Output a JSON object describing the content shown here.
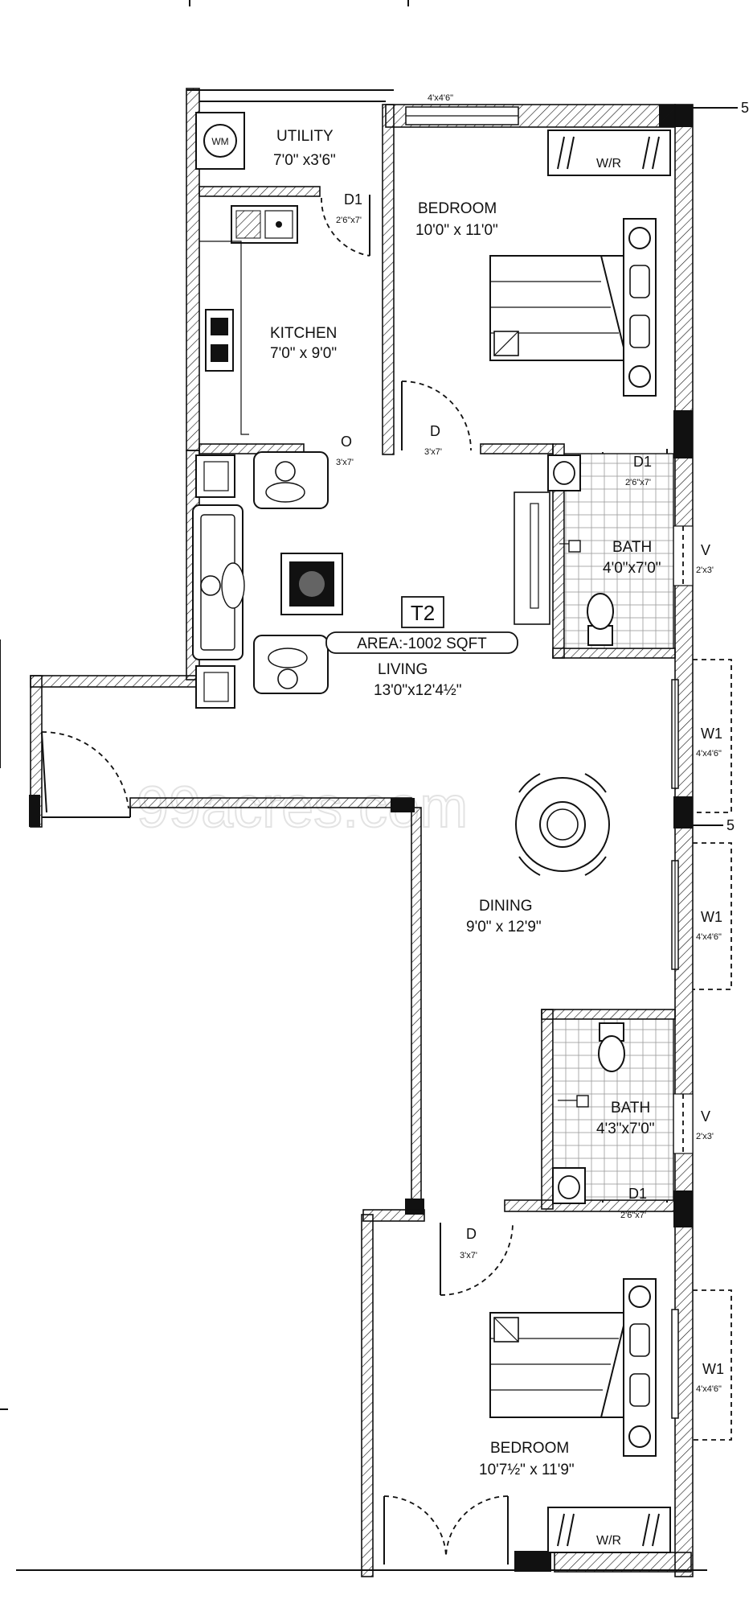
{
  "plan": {
    "unit_tag": "T2",
    "area": "AREA:-1002 SQFT",
    "watermark": "99acres.com",
    "edge_markers": [
      "5",
      "5"
    ],
    "rooms": [
      {
        "id": "utility",
        "name": "UTILITY",
        "dims": "7'0\" x3'6\""
      },
      {
        "id": "bedroom1",
        "name": "BEDROOM",
        "dims": "10'0\" x 11'0\""
      },
      {
        "id": "kitchen",
        "name": "KITCHEN",
        "dims": "7'0\" x 9'0\""
      },
      {
        "id": "bath1",
        "name": "BATH",
        "dims": "4'0\"x7'0\""
      },
      {
        "id": "living",
        "name": "LIVING",
        "dims": "13'0\"x12'4½\""
      },
      {
        "id": "dining",
        "name": "DINING",
        "dims": "9'0\" x 12'9\""
      },
      {
        "id": "bath2",
        "name": "BATH",
        "dims": "4'3\"x7'0\""
      },
      {
        "id": "bedroom2",
        "name": "BEDROOM",
        "dims": "10'7½\" x 11'9\""
      }
    ],
    "openings": {
      "top_window": "4'x4'6\"",
      "d1_utility": {
        "tag": "D1",
        "size": "2'6\"x7'"
      },
      "d_bedroom1": {
        "tag": "D",
        "size": "3'x7'"
      },
      "o_kitchen": {
        "tag": "O",
        "size": "3'x7'"
      },
      "d1_bath1": {
        "tag": "D1",
        "size": "2'6\"x7'"
      },
      "v_bath1": {
        "tag": "V",
        "size": "2'x3'"
      },
      "w1_a": {
        "tag": "W1",
        "size": "4'x4'6\""
      },
      "w1_b": {
        "tag": "W1",
        "size": "4'x4'6\""
      },
      "v_bath2": {
        "tag": "V",
        "size": "2'x3'"
      },
      "d1_bath2": {
        "tag": "D1",
        "size": "2'6\"x7'"
      },
      "d_bedroom2": {
        "tag": "D",
        "size": "3'x7'"
      },
      "w1_c": {
        "tag": "W1",
        "size": "4'x4'6\""
      }
    },
    "fixtures": {
      "washing_machine": "WM",
      "wardrobe_top": "W/R",
      "wardrobe_bottom": "W/R"
    }
  }
}
